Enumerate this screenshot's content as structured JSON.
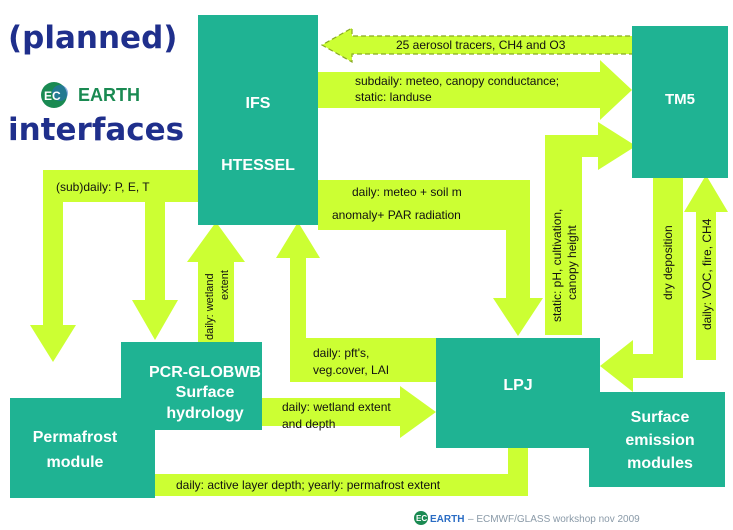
{
  "colors": {
    "box": "#1fb393",
    "arrow": "#ccff33",
    "title": "#1f2f8c",
    "box_text": "#ffffff",
    "logo_green": "#1a8a52",
    "logo_blue": "#2a6cc4",
    "footer_text": "#8a9aa8"
  },
  "title": {
    "line1": "(planned)",
    "logo": "EARTH",
    "line3": "interfaces"
  },
  "boxes": {
    "ifs": "IFS",
    "htessel": "HTESSEL",
    "tm5": "TM5",
    "lpj": "LPJ",
    "pcr_line1": "PCR-GLOBWB",
    "pcr_line2": "Surface",
    "pcr_line3": "hydrology",
    "permafrost_line1": "Permafrost",
    "permafrost_line2": "module",
    "surface_line1": "Surface",
    "surface_line2": "emission",
    "surface_line3": "modules"
  },
  "labels": {
    "aerosol": "25 aerosol tracers, CH4 and O3",
    "subdaily_line1": "subdaily: meteo, canopy conductance;",
    "subdaily_line2": "static: landuse",
    "pet": "(sub)daily: P, E, T",
    "meteo_line1": "daily: meteo + soil m",
    "meteo_line2": "anomaly+ PAR radiation",
    "wetland_v_line1": "daily: wetland",
    "wetland_v_line2": "extent",
    "static_ph_line1": "static: pH, cultivation,",
    "static_ph_line2": "canopy height",
    "dry_deposition": "dry deposition",
    "voc": "daily: VOC, fire, CH4",
    "pfts_line1": "daily: pft's,",
    "pfts_line2": "veg.cover, LAI",
    "wetland_h_line1": "daily: wetland extent",
    "wetland_h_line2": "and depth",
    "active_layer": "daily: active layer depth; yearly: permafrost extent"
  },
  "footer": {
    "logo": "EARTH",
    "text": "– ECMWF/GLASS workshop nov 2009"
  }
}
